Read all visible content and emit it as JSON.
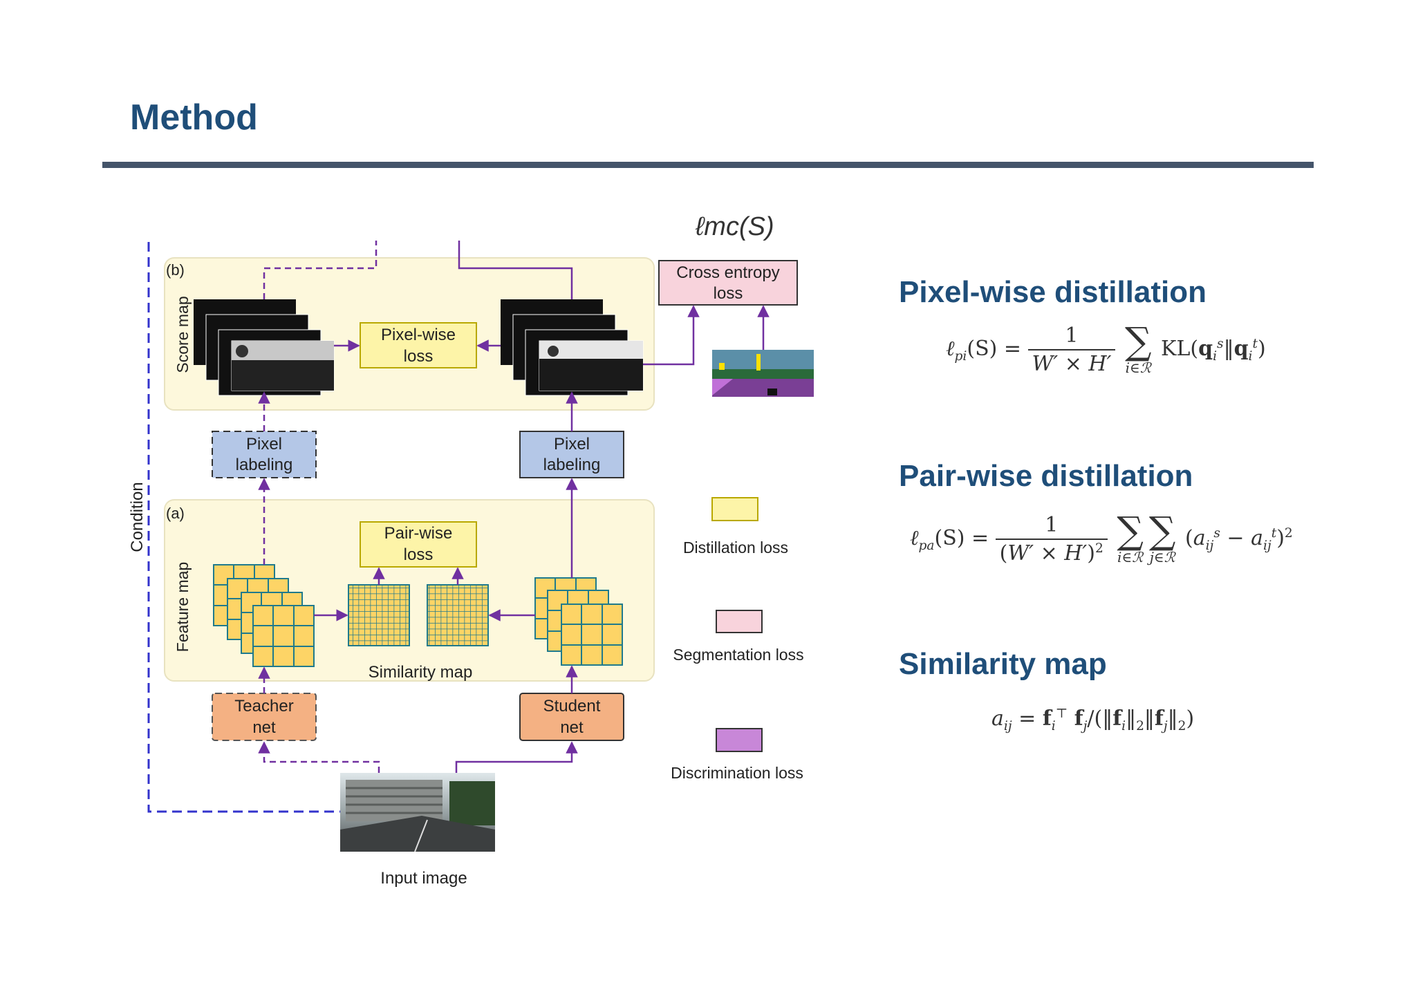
{
  "slide": {
    "title": "Method"
  },
  "diagram": {
    "panel_b_tag": "(b)",
    "panel_a_tag": "(a)",
    "score_map_label": "Score map",
    "feature_map_label": "Feature map",
    "condition_label": "Condition",
    "mc_loss": "ℓmc(S)",
    "cross_entropy_loss": [
      "Cross entropy",
      "loss"
    ],
    "pixel_wise_loss": [
      "Pixel-wise",
      "loss"
    ],
    "pair_wise_loss": [
      "Pair-wise",
      "loss"
    ],
    "pixel_labeling": [
      "Pixel",
      "labeling"
    ],
    "teacher_net": [
      "Teacher",
      "net"
    ],
    "student_net": [
      "Student",
      "net"
    ],
    "similarity_map_label": "Similarity map",
    "input_image_label": "Input image",
    "legend": [
      {
        "label": "Distillation loss",
        "color": "#fdf4a8"
      },
      {
        "label": "Segmentation loss",
        "color": "#f8d3dc"
      },
      {
        "label": "Discrimination loss",
        "color": "#c887d8"
      }
    ],
    "colors": {
      "loss_box": "#fdf4a8",
      "labeling_box": "#b4c7e7",
      "net_box": "#f4b183",
      "arrow": "#7030a0",
      "condition_line": "#3333cc",
      "panel_bg": "#fdf8dc",
      "feature_cell": "#fdd466",
      "grid_line": "#1f7a8c"
    }
  },
  "sections": {
    "pixel_wise": {
      "heading": "Pixel-wise distillation",
      "lhs": "ℓpi(S) =",
      "numerator": "1",
      "denominator": "W′ × H′",
      "sum_sub": "i∈R",
      "rhs": "KL(qis‖qit)"
    },
    "pair_wise": {
      "heading": "Pair-wise distillation",
      "lhs": "ℓpa(S) =",
      "numerator": "1",
      "denominator": "(W′ × H′)2",
      "sum_sub_1": "i∈R",
      "sum_sub_2": "j∈R",
      "rhs": "(asij − atij)2"
    },
    "similarity": {
      "heading": "Similarity map",
      "formula": "aij = fi⊤ fj/(‖fi‖2‖fj‖2)"
    }
  }
}
